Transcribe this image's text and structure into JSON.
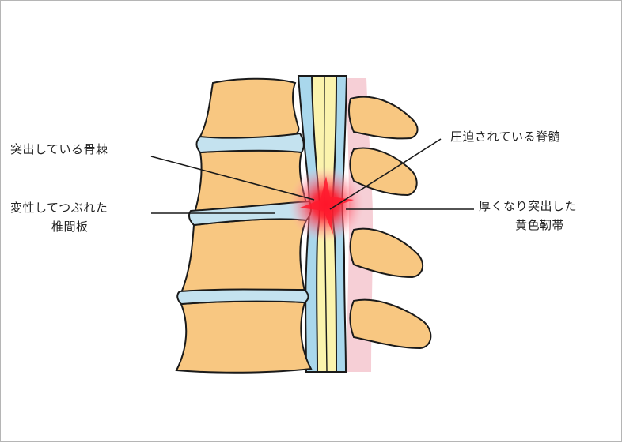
{
  "labels": {
    "bone_spur": "突出している骨棘",
    "degenerated_disc_line1": "変性してつぶれた",
    "degenerated_disc_line2": "椎間板",
    "compressed_spinal_cord": "圧迫されている脊髄",
    "ligamentum_flavum_line1": "厚くなり突出した",
    "ligamentum_flavum_line2": "黄色靭帯"
  },
  "colors": {
    "bone": "#f8c781",
    "disc": "#c4e2ef",
    "canal": "#a9d7ec",
    "spinal_cord": "#fbf3ad",
    "ligament": "#f6cfd6",
    "compression_highlight": "#ff1a2e",
    "outline": "#1a1a1a"
  }
}
